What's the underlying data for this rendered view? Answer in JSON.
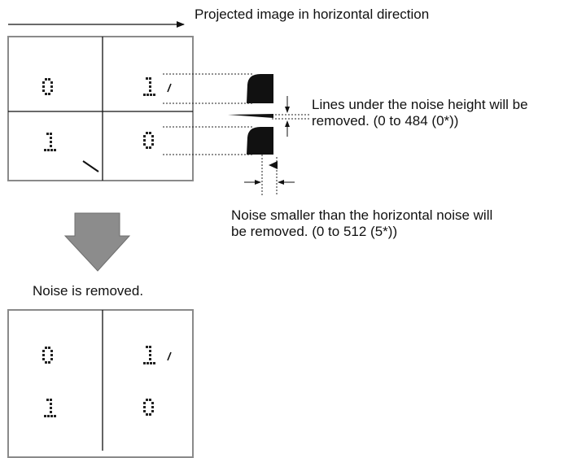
{
  "header": {
    "direction_label": "Projected image in horizontal direction"
  },
  "annotations": {
    "noise_height_line1": "Lines under the noise height will be",
    "noise_height_line2": "removed. (0 to 484 (0*))",
    "horizontal_noise_line1": "Noise smaller than the horizontal noise will",
    "horizontal_noise_line2": "be removed. (0 to 512 (5*))",
    "noise_removed_caption": "Noise is removed."
  },
  "panels": {
    "before": {
      "digits": [
        "0",
        "1",
        "1",
        "0"
      ]
    },
    "after": {
      "digits": [
        "0",
        "1",
        "1",
        "0"
      ]
    }
  },
  "colors": {
    "panel_border": "#8a8a8a",
    "arrow_fill": "#8c8c8c",
    "ink": "#111111"
  }
}
